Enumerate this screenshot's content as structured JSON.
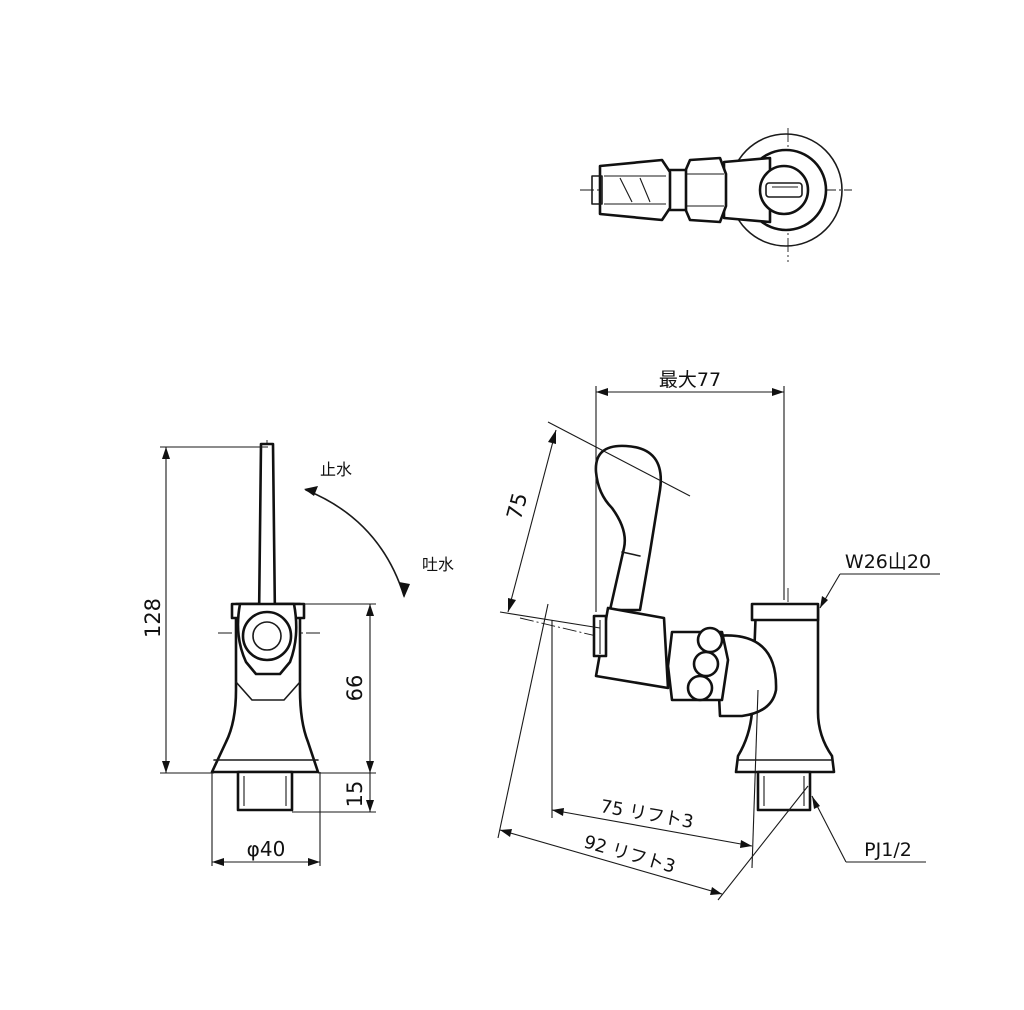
{
  "labels": {
    "height_total": "128",
    "height_body": "66",
    "height_thread": "15",
    "diameter": "φ40",
    "max_reach": "最大77",
    "lever_length": "75",
    "lift_75": "75 リフト3",
    "lift_92": "92 リフト3",
    "thread_top": "W26山20",
    "thread_bottom": "PJ1/2",
    "stop_water": "止水",
    "spout_water": "吐水"
  }
}
